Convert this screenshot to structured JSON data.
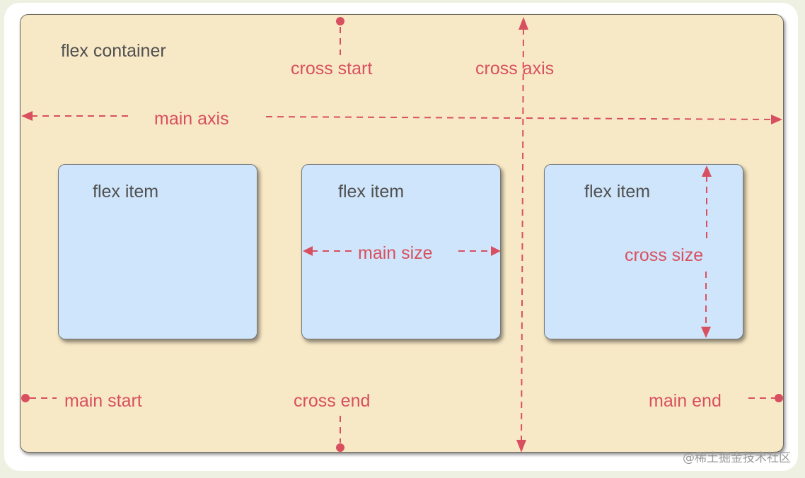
{
  "container": {
    "label": "flex container"
  },
  "items": [
    {
      "label": "flex item"
    },
    {
      "label": "flex item"
    },
    {
      "label": "flex item"
    }
  ],
  "annotations": {
    "main_axis": "main axis",
    "cross_axis": "cross axis",
    "cross_start": "cross start",
    "cross_end": "cross end",
    "main_start": "main start",
    "main_end": "main end",
    "main_size": "main size",
    "cross_size": "cross size"
  },
  "watermark": "@稀土掘金技术社区",
  "colors": {
    "container_fill": "#f8e9c6",
    "item_fill": "#cfe5fb",
    "annotation": "#d85060",
    "label_text": "#505050"
  }
}
